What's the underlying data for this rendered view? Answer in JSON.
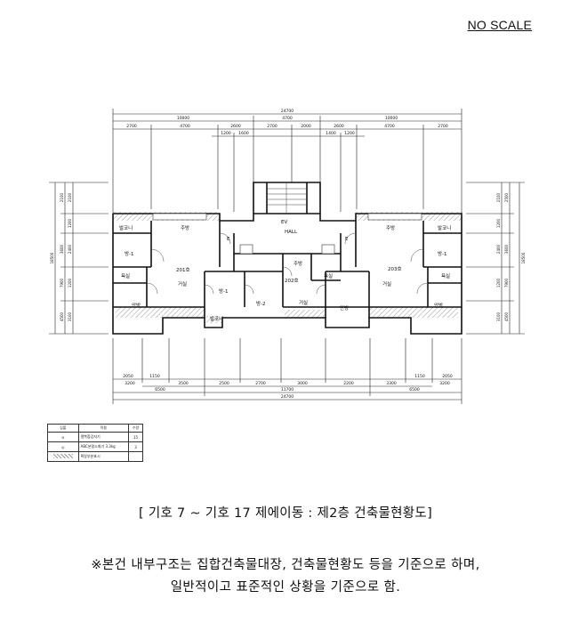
{
  "header": {
    "scale_note": "NO SCALE"
  },
  "plan": {
    "dims_top": {
      "overall": "24700",
      "second": [
        "10000",
        "4700",
        "10000"
      ],
      "third": [
        "2700",
        "4700",
        "2600",
        "2700",
        "2000",
        "2600",
        "4700",
        "2700"
      ],
      "fourth": [
        "1200",
        "1600",
        "1400",
        "1200"
      ]
    },
    "dims_bottom": {
      "first": [
        "2050",
        "1150",
        "3500",
        "2500",
        "2700",
        "3000",
        "2200",
        "3300",
        "1150",
        "2050"
      ],
      "second": [
        "3200",
        "3200"
      ],
      "third": [
        "6500",
        "11700",
        "6500"
      ],
      "overall": "24700"
    },
    "dims_left": [
      "2100",
      "2100",
      "1200",
      "3600",
      "2400",
      "7900",
      "1200",
      "4500",
      "3100"
    ],
    "dims_right": [
      "2500",
      "2100",
      "1200",
      "3600",
      "2400",
      "7900",
      "1200",
      "4500",
      "3100"
    ],
    "dims_side_overall": "18500",
    "rooms": {
      "hall": "HALL",
      "ev": "EV",
      "unit_201": "201호",
      "unit_202": "202호",
      "unit_203": "203호",
      "balcony": "발코니",
      "kitchen": "주방",
      "room1": "방-1",
      "room2": "방-2",
      "living": "거실",
      "bath": "욕실",
      "master": "안방",
      "e": "E"
    }
  },
  "legend": {
    "headers": [
      "심볼",
      "적용",
      "수량"
    ],
    "rows": [
      {
        "name": "열복합감지기",
        "qty": "15"
      },
      {
        "name": "ABC분말소화기 3.3kg",
        "qty": "3"
      },
      {
        "name": "확장부분표시",
        "qty": ""
      }
    ]
  },
  "caption": "[  기호 7 ~ 기호 17 제에이동 : 제2층 건축물현황도]",
  "notes": [
    "※본건 내부구조는 집합건축물대장, 건축물현황도 등을 기준으로 하며,",
    "일반적이고 표준적인 상황을 기준으로 함."
  ]
}
